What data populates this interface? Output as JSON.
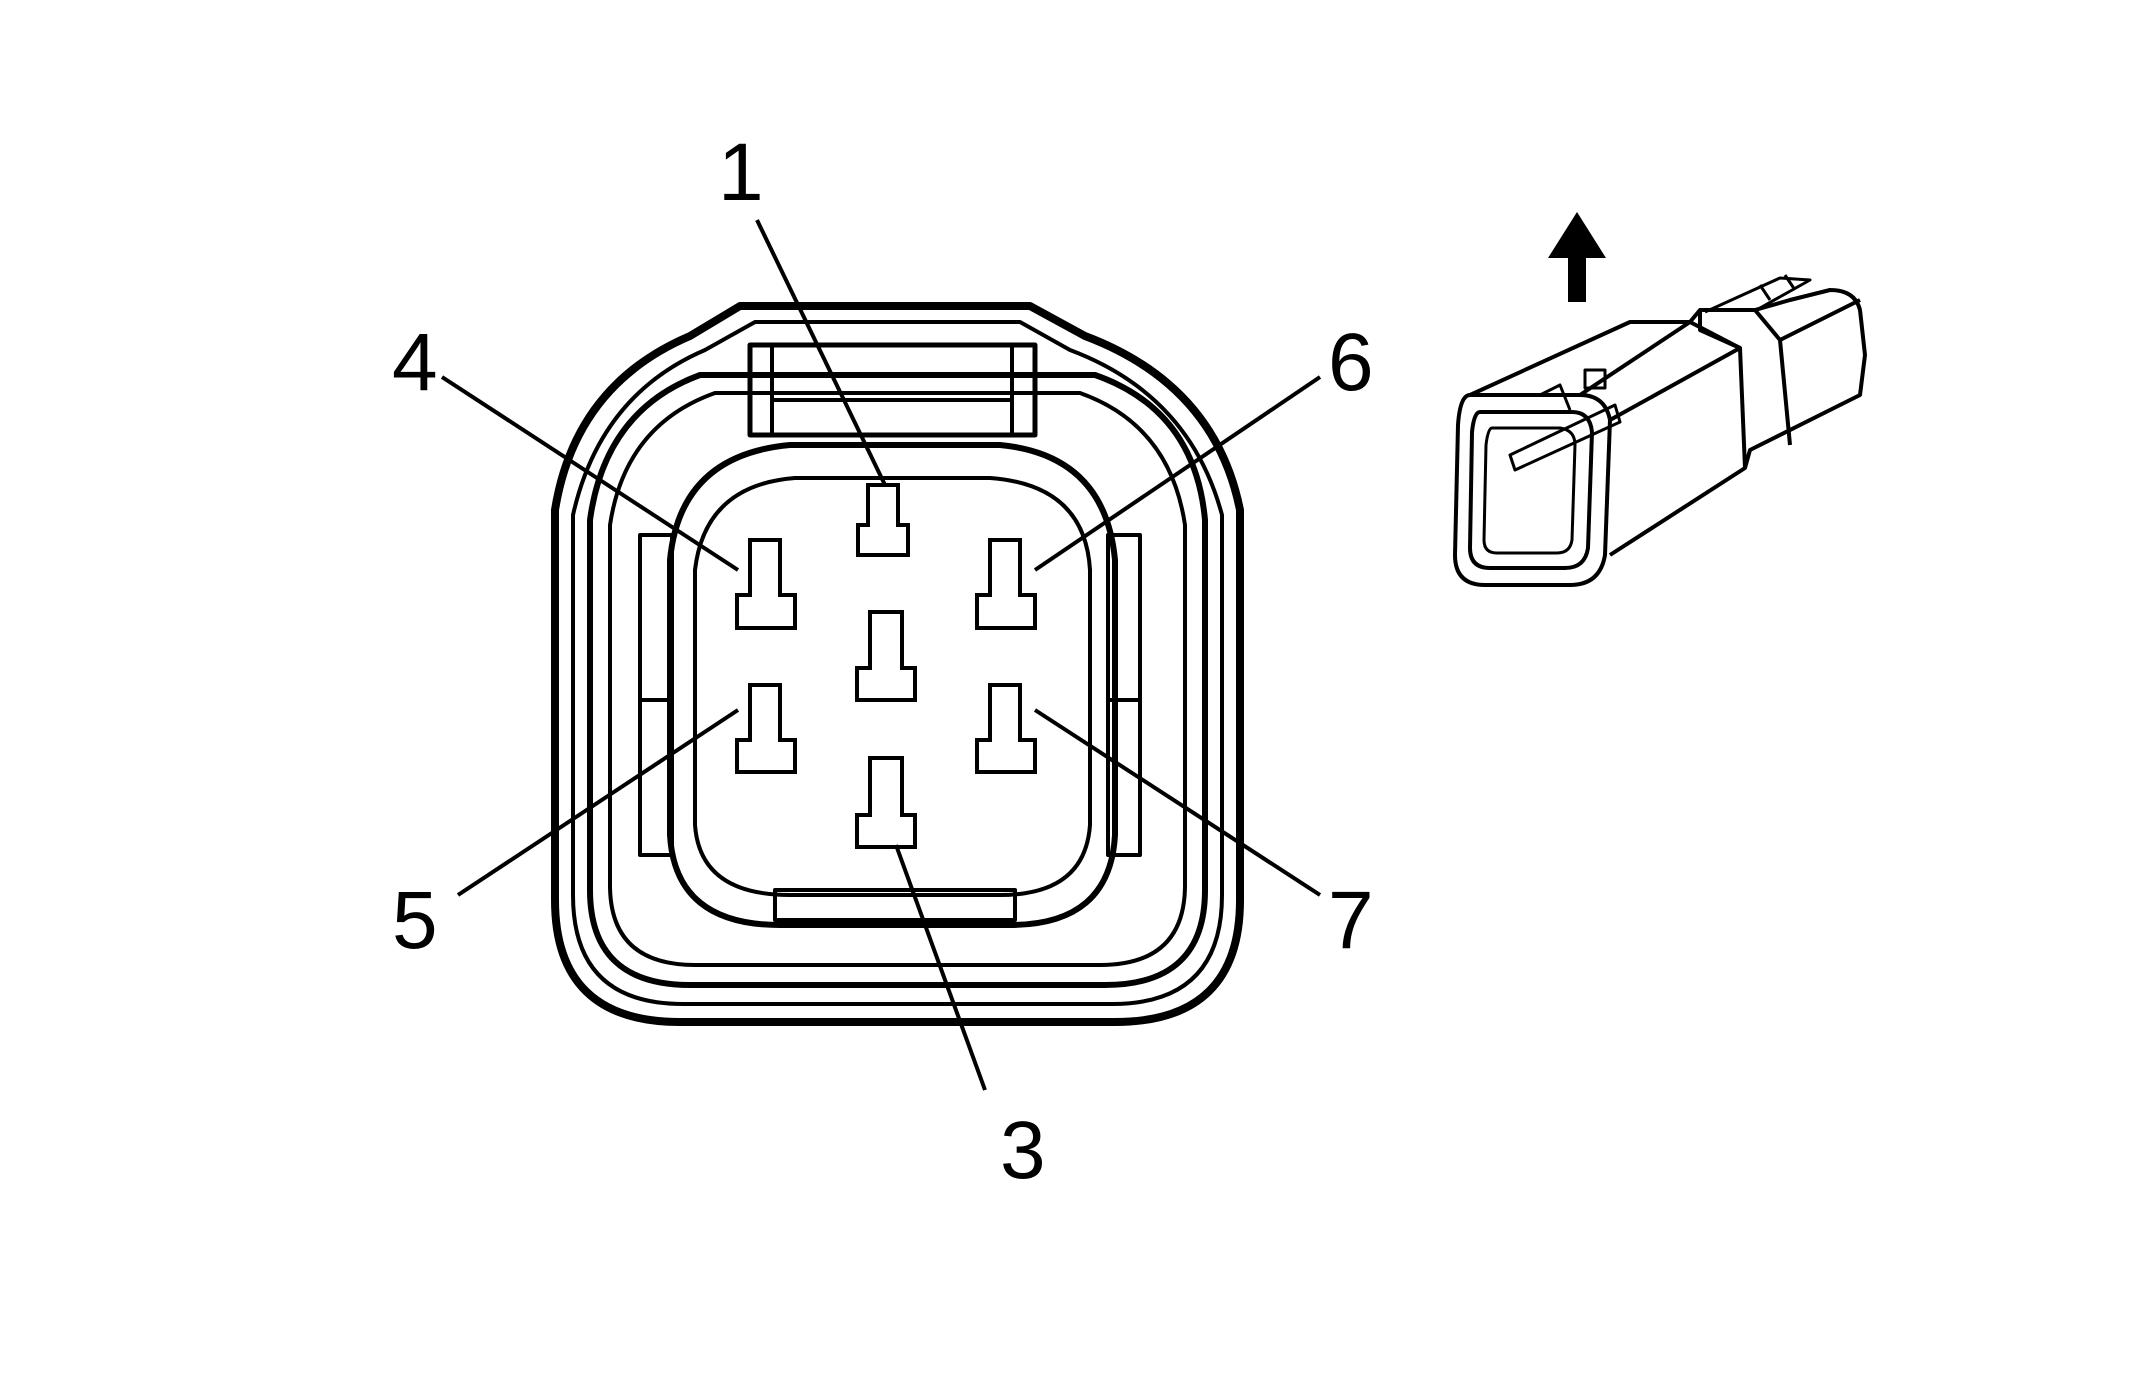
{
  "diagram": {
    "pin_labels": [
      "1",
      "3",
      "4",
      "5",
      "6",
      "7"
    ],
    "icons": {
      "connector_face": "connector-face-view-icon",
      "connector_iso": "connector-isometric-view-icon",
      "arrow": "up-arrow-icon"
    },
    "colors": {
      "line": "#000000",
      "background": "#ffffff"
    }
  }
}
